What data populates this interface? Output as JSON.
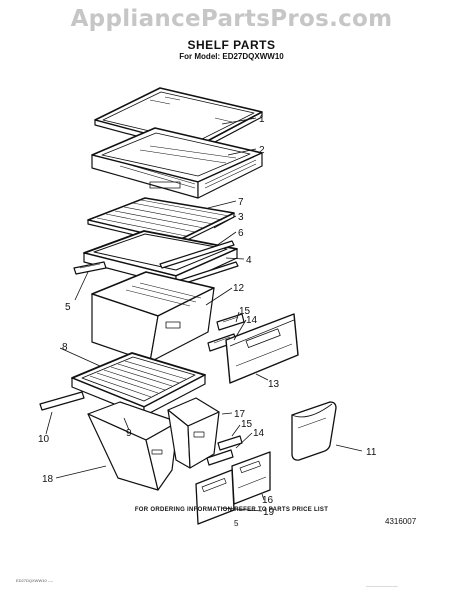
{
  "watermark": "AppliancePartsPros.com",
  "header": {
    "title": "SHELF PARTS",
    "model": "For Model: ED27DQXWW10"
  },
  "callouts": [
    "1",
    "2",
    "7",
    "3",
    "6",
    "4",
    "5",
    "12",
    "15",
    "14",
    "8",
    "13",
    "17",
    "15",
    "14",
    "10",
    "9",
    "11",
    "18",
    "16",
    "19"
  ],
  "footer": {
    "ordering_info": "FOR ORDERING INFORMATION REFER TO PARTS PRICE LIST",
    "page_number": "5",
    "part_code": "4316007",
    "left_note": "ED27DQXWW10 ----",
    "right_note": "------------------------"
  }
}
